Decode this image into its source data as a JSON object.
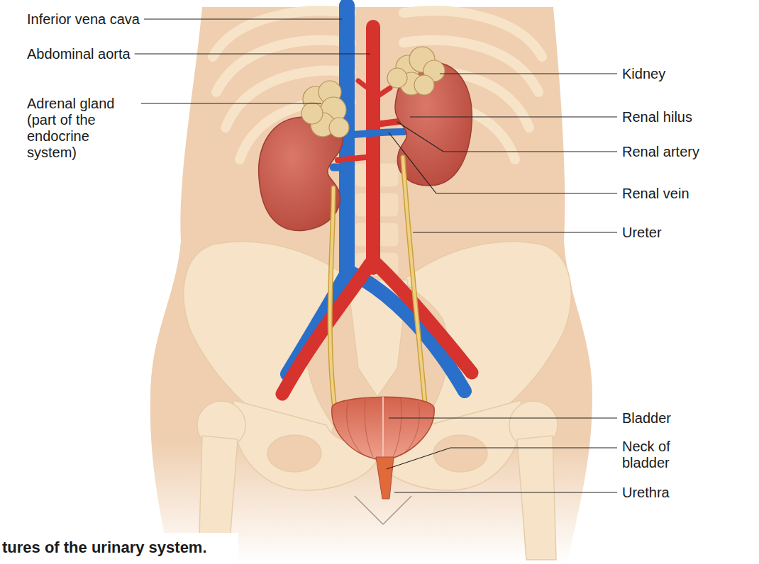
{
  "diagram": {
    "caption": "tures of the urinary system.",
    "labels": [
      "Inferior vena cava",
      "Abdominal aorta",
      "Adrenal gland (part of the endocrine system)",
      "Kidney",
      "Renal hilus",
      "Renal artery",
      "Renal vein",
      "Ureter",
      "Bladder",
      "Neck of bladder",
      "Urethra"
    ]
  }
}
